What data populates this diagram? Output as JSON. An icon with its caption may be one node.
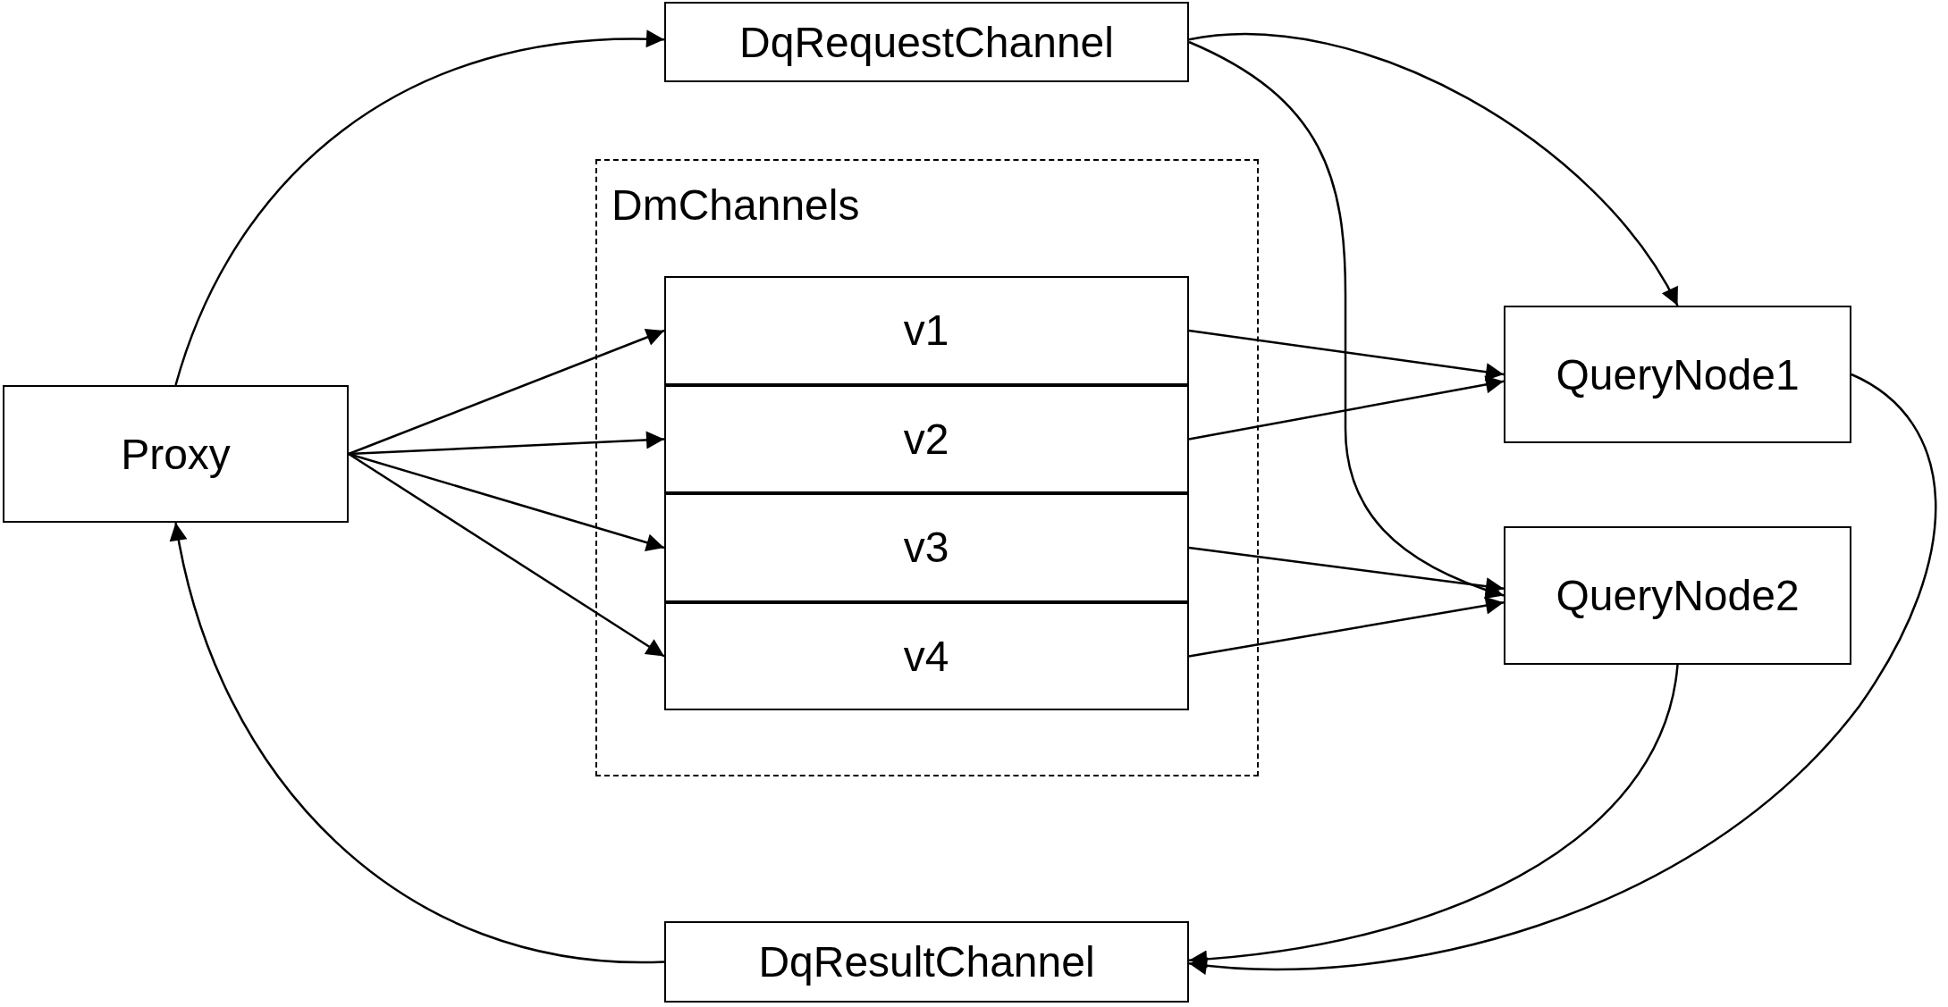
{
  "diagram": {
    "nodes": [
      {
        "text": [
          "Proxy"
        ]
      },
      {
        "text": [
          "DqRequestChannel"
        ]
      },
      {
        "text": [
          "DmChannels"
        ]
      },
      {
        "text": [
          "v1"
        ],
        "in": 2
      },
      {
        "text": [
          "v2"
        ],
        "in": 2
      },
      {
        "text": [
          "v3"
        ],
        "in": 2
      },
      {
        "text": [
          "v4"
        ],
        "in": 2
      },
      {
        "text": [
          "QueryNode1"
        ]
      },
      {
        "text": [
          "QueryNode2"
        ]
      },
      {
        "text": [
          "DqResultChannel"
        ]
      }
    ],
    "edges": [
      {
        "from": 0,
        "to": 1,
        "arrow": "to"
      },
      {
        "from": 0,
        "to": 3,
        "arrow": "to"
      },
      {
        "from": 0,
        "to": 4,
        "arrow": "to"
      },
      {
        "from": 0,
        "to": 5,
        "arrow": "to"
      },
      {
        "from": 0,
        "to": 6,
        "arrow": "to"
      },
      {
        "from": 1,
        "to": 7,
        "arrow": "to"
      },
      {
        "from": 1,
        "to": 8,
        "arrow": "to"
      },
      {
        "from": 3,
        "to": 7,
        "arrow": "to"
      },
      {
        "from": 4,
        "to": 7,
        "arrow": "to"
      },
      {
        "from": 5,
        "to": 8,
        "arrow": "to"
      },
      {
        "from": 6,
        "to": 8,
        "arrow": "to"
      },
      {
        "from": 7,
        "to": 9,
        "arrow": "to"
      },
      {
        "from": 8,
        "to": 9,
        "arrow": "to"
      },
      {
        "from": 9,
        "to": 0,
        "arrow": "to"
      }
    ]
  }
}
